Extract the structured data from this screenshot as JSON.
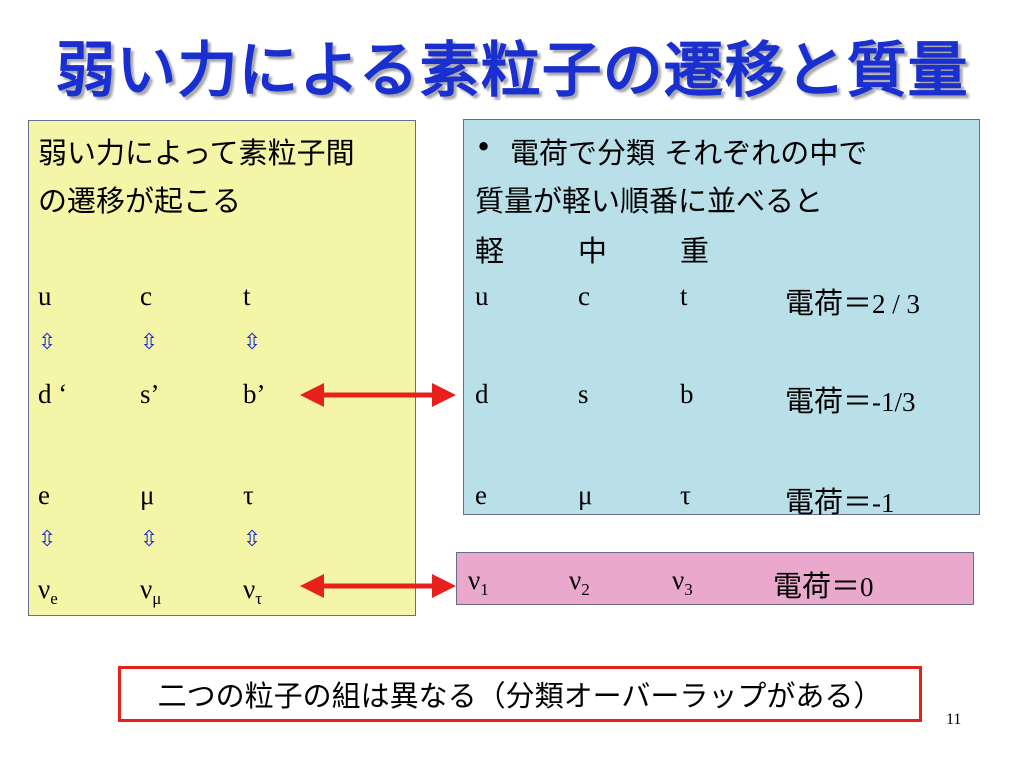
{
  "title": "弱い力による素粒子の遷移と質量",
  "left": {
    "line1": "弱い力によって素粒子間",
    "line2": "の遷移が起こる",
    "row_quarks_up": [
      "u",
      "c",
      "t"
    ],
    "row_quarks_down": [
      "d ‘",
      "s’",
      "b’"
    ],
    "row_leptons": [
      "e",
      "μ",
      "τ"
    ],
    "row_neutrinos": [
      {
        "base": "ν",
        "sub": "e"
      },
      {
        "base": "ν",
        "sub": "μ"
      },
      {
        "base": "ν",
        "sub": "τ"
      }
    ],
    "arrow_glyph": "⇳"
  },
  "right": {
    "bullet": "•",
    "line1": "電荷で分類 それぞれの中で",
    "line2": "質量が軽い順番に並べると",
    "headers": [
      "軽",
      "中",
      "重"
    ],
    "rows": [
      {
        "cells": [
          "u",
          "c",
          "t"
        ],
        "charge_label": "電荷＝",
        "charge_value": "2 / 3"
      },
      {
        "cells": [
          "d",
          "s",
          "b"
        ],
        "charge_label": "電荷＝",
        "charge_value": "-1/3"
      },
      {
        "cells": [
          "e",
          "μ",
          "τ"
        ],
        "charge_label": "電荷＝",
        "charge_value": "-1"
      }
    ]
  },
  "neutrino_box": {
    "cells": [
      {
        "base": "ν",
        "sub": "1"
      },
      {
        "base": "ν",
        "sub": "2"
      },
      {
        "base": "ν",
        "sub": "3"
      }
    ],
    "charge_label": "電荷＝",
    "charge_value": "0"
  },
  "footer_note": "二つの粒子の組は異なる（分類オーバーラップがある）",
  "page_number": "11",
  "colors": {
    "title": "#1a2fd0",
    "left_box": "#f5f5a8",
    "right_box": "#b9dfe8",
    "neutrino_box": "#eaa9cc",
    "arrow": "#e8201b"
  }
}
